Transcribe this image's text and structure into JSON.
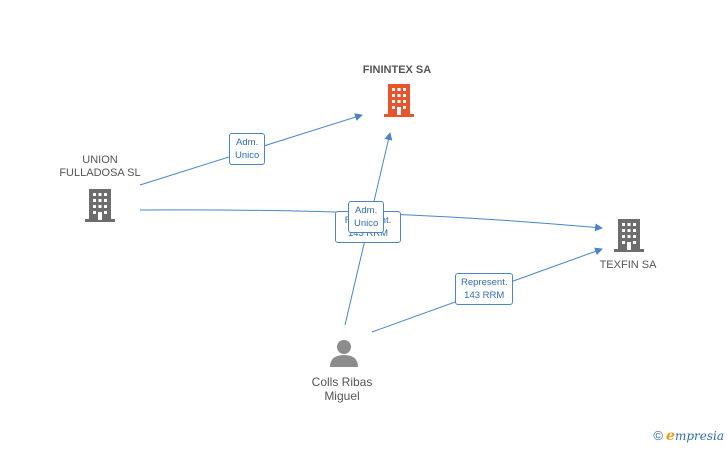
{
  "nodes": {
    "finintex": {
      "name": "FININTEX SA",
      "color": "#e8542c"
    },
    "union": {
      "name_line1": "UNION",
      "name_line2": "FULLADOSA SL",
      "color": "#6d6d6d"
    },
    "texfin": {
      "name": "TEXFIN SA",
      "color": "#6d6d6d"
    },
    "colls": {
      "name_line1": "Colls Ribas",
      "name_line2": "Miguel",
      "color": "#8c8c8c"
    }
  },
  "edges": {
    "union_finintex": {
      "line1": "Adm.",
      "line2": "Unico"
    },
    "union_texfin": {
      "line1": "Represent.",
      "line2": "143 RRM"
    },
    "colls_finintex": {
      "line1": "Adm.",
      "line2": "Unico"
    },
    "colls_texfin": {
      "line1": "Represent.",
      "line2": "143 RRM"
    }
  },
  "colors": {
    "edge": "#4a86c8"
  },
  "brand": {
    "copyright": "©",
    "name_first": "e",
    "name_rest": "mpresia"
  }
}
